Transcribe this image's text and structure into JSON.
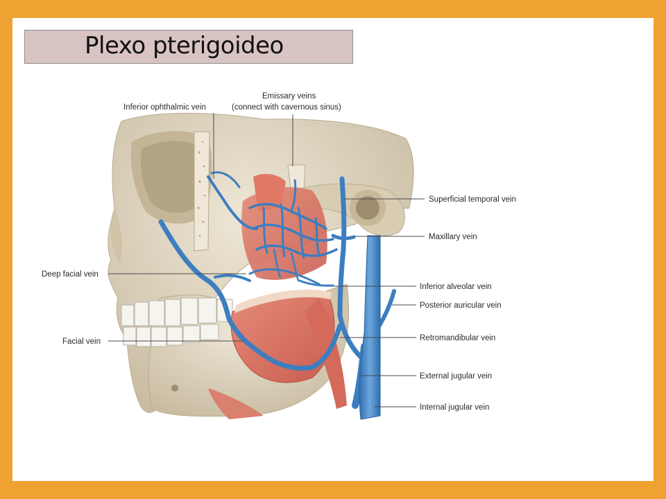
{
  "slide": {
    "title": "Plexo pterigoideo"
  },
  "colors": {
    "frame": "#EFA231",
    "title_box": "#D8C4C2",
    "bone": "#E2D9C4",
    "muscle": "#DA7767",
    "vein": "#4D8DC9"
  },
  "labels": {
    "inferior_ophthalmic_vein": "Inferior ophthalmic vein",
    "emissary_veins_line1": "Emissary veins",
    "emissary_veins_line2": "(connect with cavernous sinus)",
    "superficial_temporal_vein": "Superficial temporal vein",
    "maxillary_vein": "Maxillary vein",
    "deep_facial_vein": "Deep facial vein",
    "inferior_alveolar_vein": "Inferior alveolar vein",
    "posterior_auricular_vein": "Posterior auricular vein",
    "facial_vein": "Facial vein",
    "retromandibular_vein": "Retromandibular vein",
    "external_jugular_vein": "External jugular vein",
    "internal_jugular_vein": "Internal jugular vein"
  }
}
